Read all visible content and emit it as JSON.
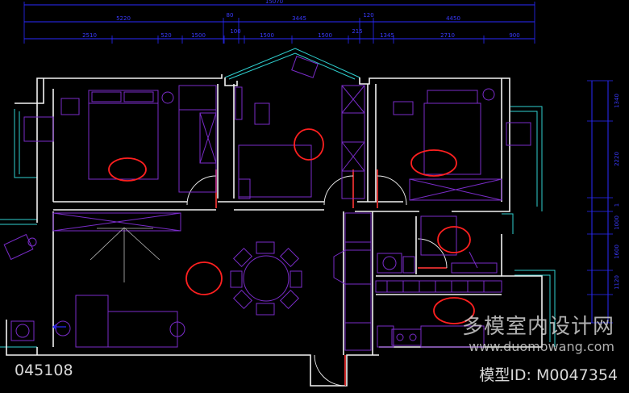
{
  "dimensions": {
    "overall_top": "15070",
    "row1": [
      "5220",
      "80",
      "3445",
      "120",
      "4450"
    ],
    "row2": [
      "2510",
      "520",
      "1500",
      "100",
      "1500",
      "1500",
      "215",
      "1345",
      "2710",
      "900"
    ],
    "right_side": [
      "1340",
      "2220",
      "1",
      "1000",
      "1600",
      "1120"
    ]
  },
  "labels": {
    "left_id": "045108",
    "model_id": "模型ID: M0047354"
  },
  "watermark": {
    "text": "多模室内设计网",
    "url": "www.duomowang.com"
  },
  "colors": {
    "wall": "#f2f2f2",
    "furniture": "#7a2cc9",
    "dimension": "#2a2aff",
    "window": "#2fd0d0",
    "door": "#cc2a2a",
    "mark": "#ff2020"
  }
}
